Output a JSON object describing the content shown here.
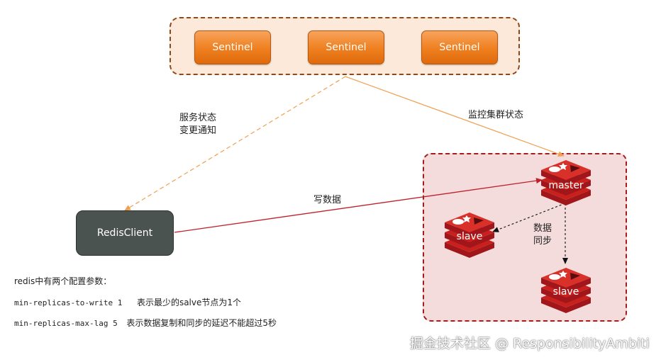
{
  "sentinels": [
    "Sentinel",
    "Sentinel",
    "Sentinel"
  ],
  "client_label": "RedisClient",
  "nodes": {
    "master": "master",
    "slave_left": "slave",
    "slave_bottom": "slave"
  },
  "edges": {
    "notify_line1": "服务状态",
    "notify_line2": "变更通知",
    "monitor": "监控集群状态",
    "write": "写数据",
    "sync_line1": "数据",
    "sync_line2": "同步"
  },
  "notes": {
    "title": "redis中有两个配置参数：",
    "line1_key": "min-replicas-to-write 1",
    "line1_desc": "表示最少的salve节点为1个",
    "line2_key": "min-replicas-max-lag 5",
    "line2_desc": "表示数据复制和同步的延迟不能超过5秒"
  },
  "watermark": "掘金技术社区 @ ResponsibilityAmbiti",
  "colors": {
    "sentinel_orange": "#ef7f1e",
    "redis_red": "#c8211d",
    "client_gray": "#4b5350",
    "write_arrow": "#c0202a",
    "notify_arrow": "#f0a050"
  }
}
